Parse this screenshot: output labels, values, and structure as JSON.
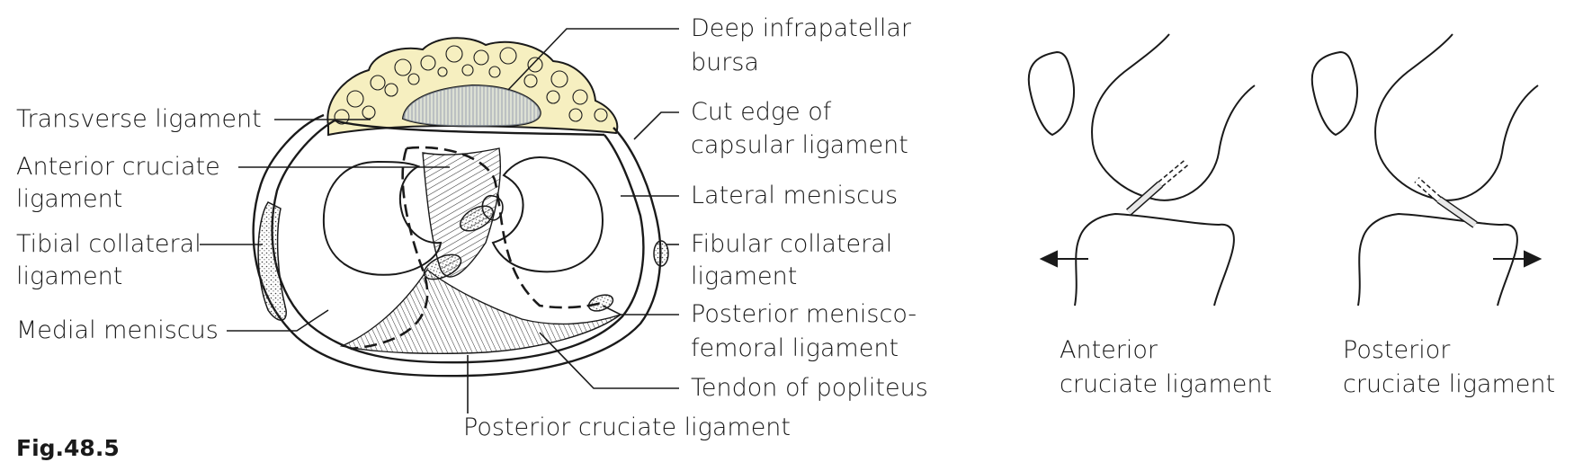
{
  "figure_label": "Fig.48.5",
  "colors": {
    "fat": "#f6efc0",
    "bursa": "#c7d3e4",
    "ink": "#1a1a1a"
  },
  "left_labels": [
    "Transverse ligament",
    "Anterior cruciate",
    "ligament",
    "Tibial collateral",
    "ligament",
    "Medial meniscus"
  ],
  "right_labels": [
    "Deep infrapatellar",
    "bursa",
    "Cut edge of",
    "capsular ligament",
    "Lateral meniscus",
    "Fibular collateral",
    "ligament",
    "Posterior menisco-",
    "femoral ligament",
    "Tendon of popliteus"
  ],
  "bottom_label": "Posterior cruciate ligament",
  "knee_panels": [
    {
      "line1": "Anterior",
      "line2": "cruciate ligament",
      "arrow": "left"
    },
    {
      "line1": "Posterior",
      "line2": "cruciate ligament",
      "arrow": "right"
    }
  ]
}
